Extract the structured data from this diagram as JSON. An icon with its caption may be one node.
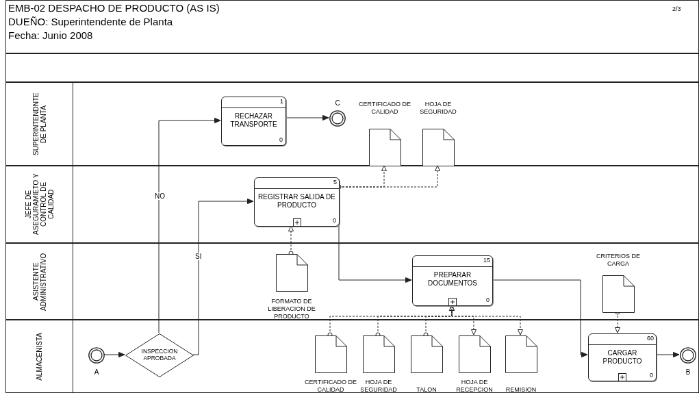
{
  "diagram": {
    "title": "EMB-02 DESPACHO DE PRODUCTO (AS IS)",
    "nodes": [
      {
        "text": [
          "SUPERINTENDNTE DE PLANTA"
        ]
      },
      {
        "text": [
          "1",
          "RECHAZAR TRANSPORTE",
          "0"
        ],
        "in": 0
      },
      {
        "text": [
          "C"
        ],
        "in": 0
      },
      {
        "text": [
          "CERTIFICADO DE CALIDAD"
        ],
        "in": 0
      },
      {
        "text": [
          "HOJA DE SEGURIDAD"
        ],
        "in": 0
      },
      {
        "text": [
          "JEFE DE ASEGURAMIETO Y CONTROL DE CALIDAD"
        ]
      },
      {
        "text": [
          "5",
          "REGISTRAR SALIDA DE PRODUCTO",
          "0"
        ],
        "in": 5
      },
      {
        "text": [
          "ASISTENTE ADMINISTRATIVO"
        ]
      },
      {
        "text": [
          "FORMATO DE LIBERACION DE PRODUCTO"
        ],
        "in": 7
      },
      {
        "text": [
          "15",
          "PREPARAR DOCUMENTOS",
          "0"
        ],
        "in": 7
      },
      {
        "text": [
          "CRITERIOS DE CARGA"
        ],
        "in": 7
      },
      {
        "text": [
          "ALMACENISTA"
        ]
      },
      {
        "text": [
          "A"
        ],
        "in": 11
      },
      {
        "text": [
          "INSPECCION APROBADA"
        ],
        "in": 11
      },
      {
        "text": [
          "CERTIFICADO DE CALIDAD"
        ],
        "in": 11
      },
      {
        "text": [
          "HOJA DE SEGURIDAD"
        ],
        "in": 11
      },
      {
        "text": [
          "TALON"
        ],
        "in": 11
      },
      {
        "text": [
          "HOJA DE RECEPCION"
        ],
        "in": 11
      },
      {
        "text": [
          "REMISION"
        ],
        "in": 11
      },
      {
        "text": [
          "60",
          "CARGAR PRODUCTO",
          "0"
        ],
        "in": 11
      },
      {
        "text": [
          "B"
        ],
        "in": 11
      }
    ],
    "edges": [
      {
        "from": 12,
        "to": 13,
        "arrow": "to"
      },
      {
        "from": 13,
        "to": 1,
        "arrow": "to",
        "label": "NO"
      },
      {
        "from": 13,
        "to": 6,
        "arrow": "to",
        "label": "SI"
      },
      {
        "from": 1,
        "to": 2,
        "arrow": "to"
      },
      {
        "from": 6,
        "to": 3,
        "arrow": "to",
        "style": "dashed"
      },
      {
        "from": 6,
        "to": 4,
        "arrow": "to",
        "style": "dashed"
      },
      {
        "from": 8,
        "to": 6,
        "arrow": "to",
        "style": "dashed"
      },
      {
        "from": 6,
        "to": 9,
        "arrow": "to"
      },
      {
        "from": 14,
        "to": 9,
        "arrow": "to",
        "style": "dashed"
      },
      {
        "from": 15,
        "to": 9,
        "arrow": "to",
        "style": "dashed"
      },
      {
        "from": 16,
        "to": 9,
        "arrow": "to",
        "style": "dashed"
      },
      {
        "from": 9,
        "to": 17,
        "arrow": "to",
        "style": "dashed"
      },
      {
        "from": 9,
        "to": 18,
        "arrow": "to",
        "style": "dashed"
      },
      {
        "from": 9,
        "to": 19,
        "arrow": "to"
      },
      {
        "from": 10,
        "to": 19,
        "arrow": "to",
        "style": "dashed"
      },
      {
        "from": 19,
        "to": 20,
        "arrow": "to"
      }
    ],
    "labels": [
      "2/3",
      "DUEÑO: Superintendente de Planta",
      "Fecha: Junio 2008"
    ]
  }
}
